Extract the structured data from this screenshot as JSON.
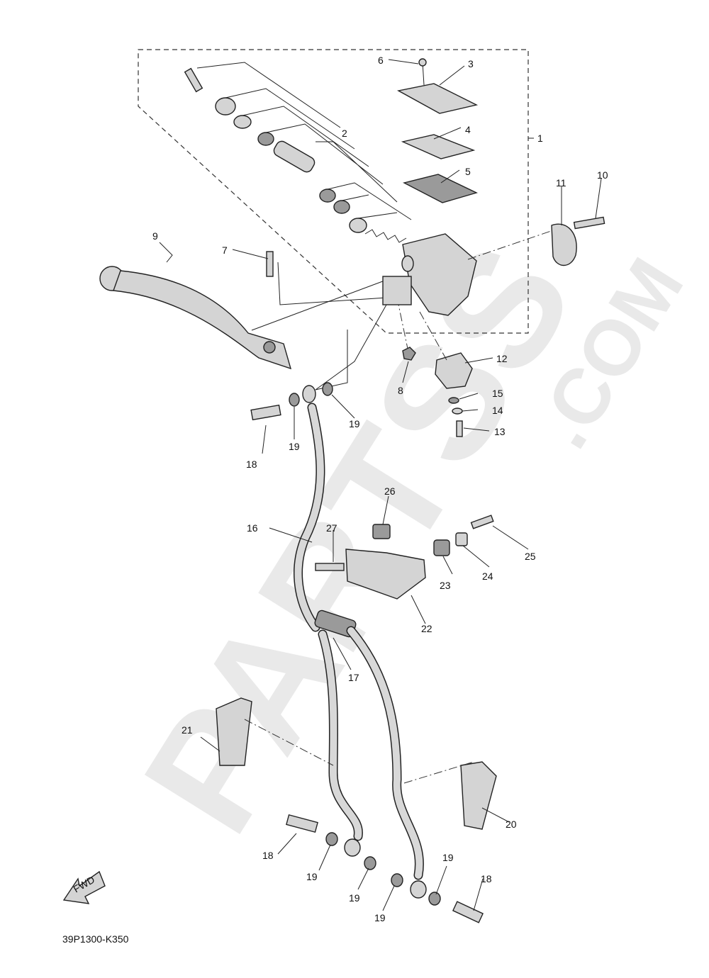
{
  "watermark": {
    "brand": "PARTSS",
    "domain": ".COM"
  },
  "diagram_code": "39P1300-K350",
  "fwd_label": "FWD",
  "callouts": {
    "c1": "1",
    "c2": "2",
    "c3": "3",
    "c4": "4",
    "c5": "5",
    "c6": "6",
    "c7": "7",
    "c8": "8",
    "c9": "9",
    "c10": "10",
    "c11": "11",
    "c12": "12",
    "c13": "13",
    "c14": "14",
    "c15": "15",
    "c16": "16",
    "c17": "17",
    "c18a": "18",
    "c18b": "18",
    "c18c": "18",
    "c19a": "19",
    "c19b": "19",
    "c19c": "19",
    "c19d": "19",
    "c19e": "19",
    "c19f": "19",
    "c20": "20",
    "c21": "21",
    "c22": "22",
    "c23": "23",
    "c24": "24",
    "c25": "25",
    "c26": "26",
    "c27": "27"
  }
}
